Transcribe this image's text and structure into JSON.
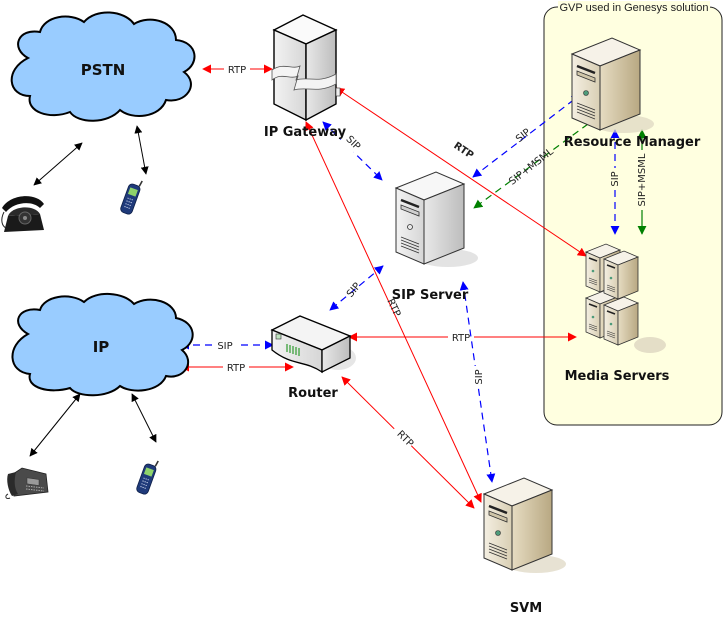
{
  "group": {
    "title": "GVP used in Genesys solution",
    "fill": "#ffffe0"
  },
  "colors": {
    "rtp": "#ff0000",
    "sip": "#0000ff",
    "msml": "#008000",
    "cloud": "#99ccff",
    "device_link": "#000000"
  },
  "nodes": {
    "pstn": {
      "label": "PSTN",
      "icon": "cloud"
    },
    "ip": {
      "label": "IP",
      "icon": "cloud"
    },
    "gateway": {
      "label": "IP Gateway",
      "icon": "gateway"
    },
    "sip_server": {
      "label": "SIP Server",
      "icon": "server-tower"
    },
    "router": {
      "label": "Router",
      "icon": "router"
    },
    "resource_manager": {
      "label": "Resource Manager",
      "icon": "server-tower"
    },
    "media_servers": {
      "label": "Media Servers",
      "icon": "server-cluster"
    },
    "svm": {
      "label": "SVM",
      "icon": "server-tower"
    },
    "rotary_phone": {
      "icon": "rotary-phone"
    },
    "mobile_phone_1": {
      "icon": "mobile-phone"
    },
    "desk_phone": {
      "icon": "ip-desk-phone"
    },
    "mobile_phone_2": {
      "icon": "mobile-phone"
    }
  },
  "edges": [
    {
      "from": "pstn",
      "to": "gateway",
      "protocol": "RTP",
      "label": "RTP"
    },
    {
      "from": "gateway",
      "to": "media_servers",
      "protocol": "RTP",
      "label": "RTP"
    },
    {
      "from": "gateway",
      "to": "sip_server",
      "protocol": "SIP",
      "label": "SIP"
    },
    {
      "from": "gateway",
      "to": "svm",
      "protocol": "RTP",
      "label": "RTP"
    },
    {
      "from": "sip_server",
      "to": "resource_manager",
      "protocol": "SIP",
      "label": "SIP"
    },
    {
      "from": "resource_manager",
      "to": "sip_server",
      "protocol": "SIP+MSML",
      "label": "SIP+MSML"
    },
    {
      "from": "resource_manager",
      "to": "media_servers",
      "protocol": "SIP",
      "label": "SIP"
    },
    {
      "from": "resource_manager",
      "to": "media_servers",
      "protocol": "SIP+MSML",
      "label": "SIP+MSML"
    },
    {
      "from": "sip_server",
      "to": "router",
      "protocol": "SIP",
      "label": "SIP"
    },
    {
      "from": "ip",
      "to": "router",
      "protocol": "SIP",
      "label": "SIP"
    },
    {
      "from": "ip",
      "to": "router",
      "protocol": "RTP",
      "label": "RTP"
    },
    {
      "from": "router",
      "to": "media_servers",
      "protocol": "RTP",
      "label": "RTP"
    },
    {
      "from": "router",
      "to": "svm",
      "protocol": "RTP",
      "label": "RTP"
    },
    {
      "from": "sip_server",
      "to": "svm",
      "protocol": "SIP",
      "label": "SIP"
    },
    {
      "from": "rotary_phone",
      "to": "pstn",
      "protocol": "link",
      "label": ""
    },
    {
      "from": "mobile_phone_1",
      "to": "pstn",
      "protocol": "link",
      "label": ""
    },
    {
      "from": "desk_phone",
      "to": "ip",
      "protocol": "link",
      "label": ""
    },
    {
      "from": "mobile_phone_2",
      "to": "ip",
      "protocol": "link",
      "label": ""
    }
  ]
}
